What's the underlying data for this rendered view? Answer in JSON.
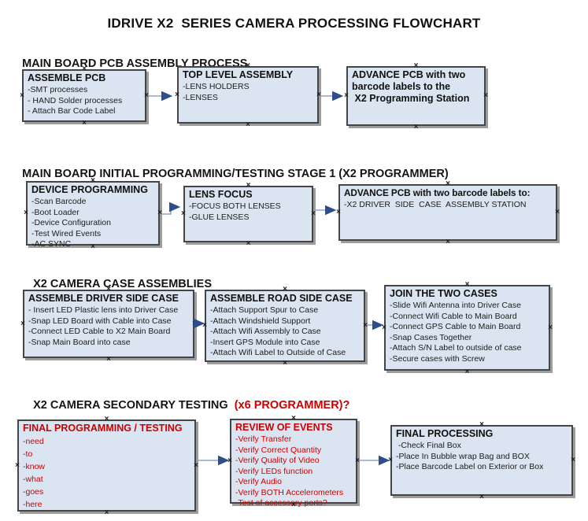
{
  "title": "IDRIVE X2  SERIES CAMERA PROCESSING FLOWCHART",
  "colors": {
    "box_fill": "#dbe5f1",
    "box_border": "#454545",
    "box_shadow": "#9d9d9d",
    "red_text": "#cc0000",
    "arrow_line": "#8fa3c8",
    "arrow_head": "#2e4d8c"
  },
  "sections": [
    {
      "heading": "MAIN BOARD PCB ASSEMBLY PROCESS",
      "heading_red": "",
      "boxes": [
        {
          "title": "ASSEMBLE PCB",
          "items": [
            "-SMT processes",
            "- HAND Solder processes",
            "- Attach Bar Code Label"
          ]
        },
        {
          "title": "TOP LEVEL ASSEMBLY",
          "items": [
            "-LENS HOLDERS",
            "-LENSES"
          ]
        },
        {
          "title": "ADVANCE PCB with two\nbarcode labels to the\n X2 Programming Station",
          "items": []
        }
      ]
    },
    {
      "heading": "MAIN BOARD INITIAL PROGRAMMING/TESTING STAGE 1 (X2 PROGRAMMER)",
      "heading_red": "",
      "boxes": [
        {
          "title": "DEVICE PROGRAMMING",
          "items": [
            "-Scan Barcode",
            "-Boot Loader",
            "-Device Configuration",
            "-Test Wired Events",
            "-AC SYNC"
          ]
        },
        {
          "title": "LENS FOCUS",
          "items": [
            "-FOCUS BOTH LENSES",
            "-GLUE LENSES"
          ]
        },
        {
          "title": "ADVANCE PCB with two barcode labels to:",
          "items": [
            "-X2 DRIVER  SIDE  CASE  ASSEMBLY STATION"
          ]
        }
      ]
    },
    {
      "heading": "X2 CAMERA CASE ASSEMBLIES",
      "heading_red": "",
      "boxes": [
        {
          "title": "ASSEMBLE DRIVER SIDE CASE",
          "items": [
            "- Insert LED Plastic lens into Driver Case",
            "-Snap LED Board with Cable into Case",
            "-Connect LED Cable to X2 Main Board",
            "-Snap Main Board into case"
          ]
        },
        {
          "title": "ASSEMBLE ROAD SIDE CASE",
          "items": [
            "-Attach Support Spur to Case",
            "-Attach Windshield Support",
            "-Attach Wifi Assembly to Case",
            "-Insert GPS Module into Case",
            "-Attach Wifi Label to Outside of Case"
          ]
        },
        {
          "title": "JOIN THE TWO CASES",
          "items": [
            "-Slide Wifi Antenna into Driver Case",
            "-Connect Wifi Cable to Main Board",
            "-Connect GPS Cable to Main Board",
            "-Snap Cases Together",
            "-Attach S/N Label to outside of case",
            "-Secure cases with Screw"
          ]
        }
      ]
    },
    {
      "heading": "X2 CAMERA SECONDARY TESTING ",
      "heading_red": " (x6 PROGRAMMER)?",
      "boxes": [
        {
          "title": "FINAL PROGRAMMING / TESTING",
          "items": [
            "-need",
            "-to",
            "-know",
            "-what",
            "-goes",
            "-here"
          ]
        },
        {
          "title": "REVIEW OF EVENTS",
          "items": [
            "-Verify Transfer",
            "-Verify Correct Quantity",
            "-Verify Quality of Video",
            "-Verify LEDs function",
            "-Verify Audio",
            "-Verify BOTH Accelerometers",
            "-Test of accessory ports?"
          ]
        },
        {
          "title": "FINAL PROCESSING",
          "items": [
            " -Check Final Box",
            "-Place In Bubble wrap Bag and BOX",
            "-Place Barcode Label on Exterior or Box"
          ]
        }
      ]
    }
  ]
}
